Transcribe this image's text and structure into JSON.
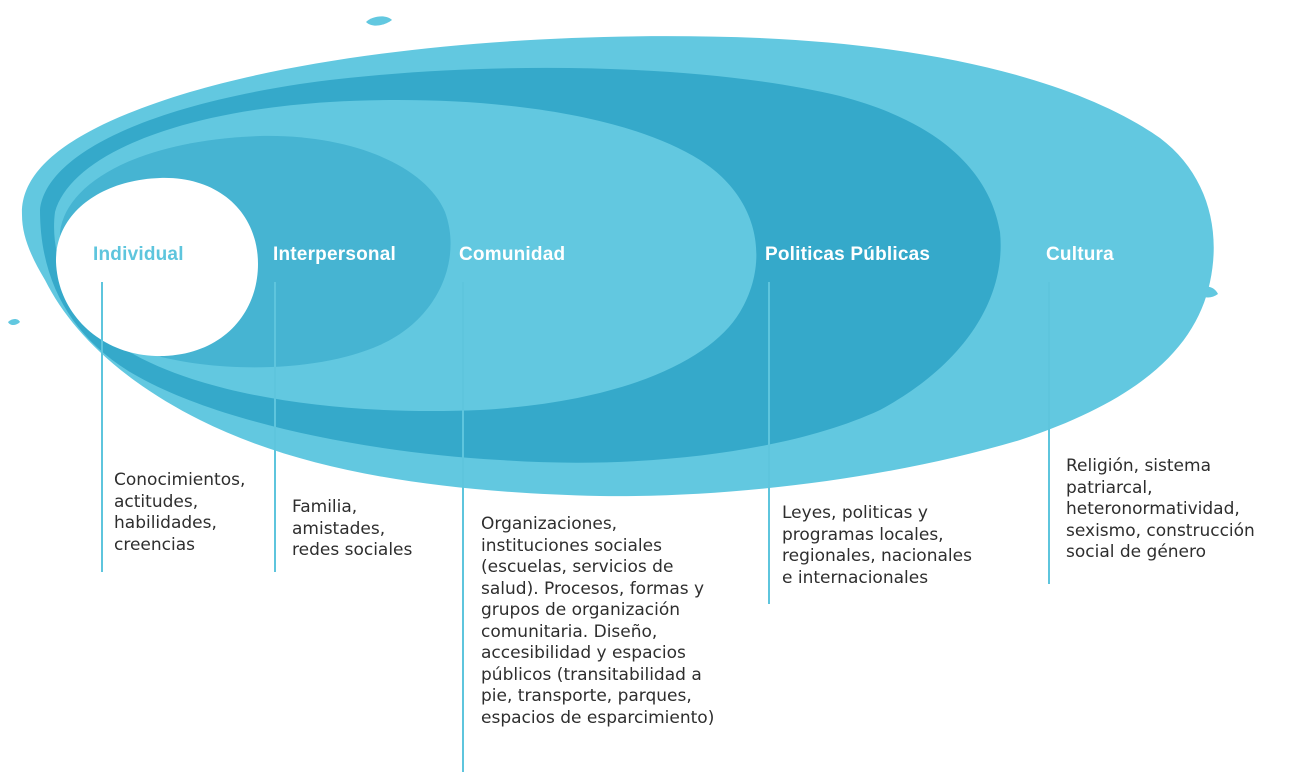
{
  "colors": {
    "outer": "#62c8e0",
    "middle": "#35a9ca",
    "inner": "#46b4d2",
    "individual": "#ffffff",
    "leader": "#5ec5dd",
    "text": "#2e2e2e"
  },
  "levels": [
    {
      "key": "individual",
      "label": "Individual",
      "description": "Conocimientos,\nactitudes,\nhabilidades,\ncreencias"
    },
    {
      "key": "interpersonal",
      "label": "Interpersonal",
      "description": "Familia,\namistades,\nredes sociales"
    },
    {
      "key": "comunidad",
      "label": "Comunidad",
      "description": "Organizaciones,\ninstituciones sociales\n(escuelas, servicios de\nsalud). Procesos, formas y\ngrupos de organización\ncomunitaria. Diseño,\naccesibilidad y espacios\npúblicos (transitabilidad a\npie, transporte, parques,\nespacios de esparcimiento)"
    },
    {
      "key": "politicas",
      "label": "Politicas Públicas",
      "description": "Leyes, politicas y\nprogramas locales,\nregionales, nacionales\ne internacionales"
    },
    {
      "key": "cultura",
      "label": "Cultura",
      "description": "Religión, sistema\npatriarcal,\nheteronormatividad,\nsexismo, construcción\nsocial de género"
    }
  ]
}
